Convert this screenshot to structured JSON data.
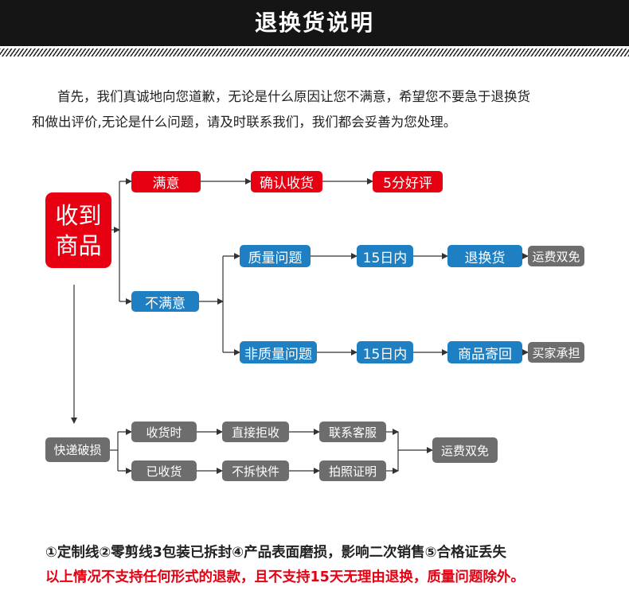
{
  "header": {
    "title": "退换货说明"
  },
  "intro": {
    "line1": "首先，我们真诚地向您道歉，无论是什么原因让您不满意，希望您不要急于退换货",
    "line2": "和做出评价,无论是什么问题，请及时联系我们，我们都会妥善为您处理。"
  },
  "flow": {
    "start_line1": "收到",
    "start_line2": "商品",
    "satisfied": "满意",
    "confirm_receipt": "确认收货",
    "five_star": "5分好评",
    "unsatisfied": "不满意",
    "quality_issue": "质量问题",
    "quality_days": "15日内",
    "exchange": "退换货",
    "free_shipping": "运费双免",
    "non_quality_issue": "非质量问题",
    "non_quality_days": "15日内",
    "send_back": "商品寄回",
    "buyer_pays": "买家承担"
  },
  "damage": {
    "label": "快递破损",
    "on_receipt": "收货时",
    "reject": "直接拒收",
    "after_receipt": "已收货",
    "no_unpack": "不拆快件",
    "contact_cs": "联系客服",
    "photo_proof": "拍照证明",
    "free_shipping": "运费双免"
  },
  "notes": {
    "line1": "①定制线②零剪线3包装已拆封④产品表面磨损，影响二次销售⑤合格证丢失",
    "line2": "以上情况不支持任何形式的退款，且不支持15天无理由退换，质量问题除外。"
  },
  "colors": {
    "red": "#e60012",
    "blue": "#1e7fc2",
    "gray": "#6d6d6d",
    "header": "#151515"
  }
}
